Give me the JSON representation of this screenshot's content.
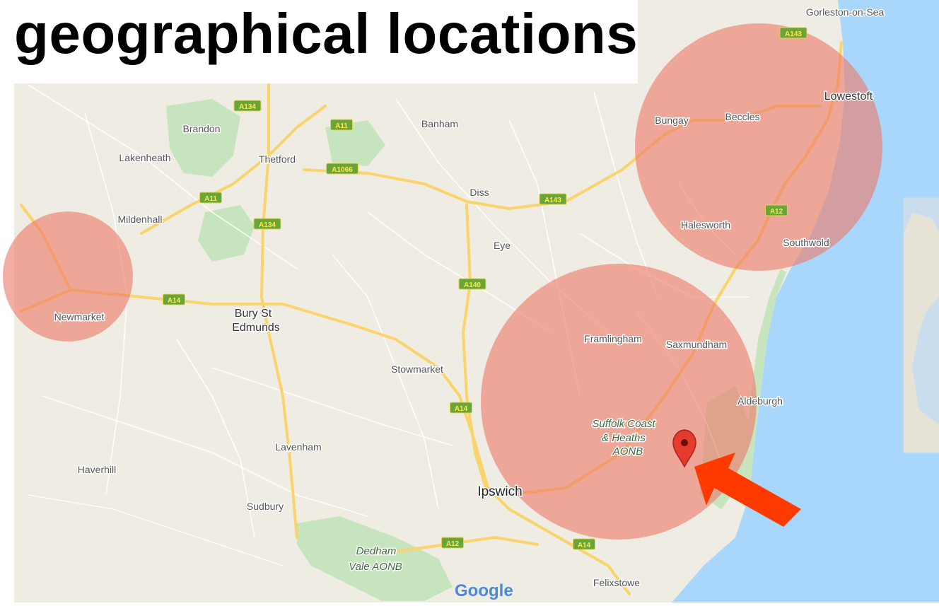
{
  "title": "geographical locations",
  "colors": {
    "land": "#efece4",
    "sea": "#a9d7fb",
    "park": "#c6e4bd",
    "road_major": "#fad36a",
    "road_minor": "#ffffff",
    "circle": "#ee7a6a",
    "arrow": "#ff3a00",
    "marker": "#e53b2f"
  },
  "places": [
    {
      "name": "Gorleston-on-Sea",
      "kind": "town"
    },
    {
      "name": "Lowestoft",
      "kind": "city"
    },
    {
      "name": "Bungay",
      "kind": "town"
    },
    {
      "name": "Beccles",
      "kind": "town"
    },
    {
      "name": "Halesworth",
      "kind": "town"
    },
    {
      "name": "Southwold",
      "kind": "town"
    },
    {
      "name": "Brandon",
      "kind": "town"
    },
    {
      "name": "Banham",
      "kind": "town"
    },
    {
      "name": "Lakenheath",
      "kind": "town"
    },
    {
      "name": "Thetford",
      "kind": "town"
    },
    {
      "name": "Diss",
      "kind": "town"
    },
    {
      "name": "Mildenhall",
      "kind": "town"
    },
    {
      "name": "Eye",
      "kind": "town"
    },
    {
      "name": "Newmarket",
      "kind": "town"
    },
    {
      "name": "Bury St",
      "kind": "city"
    },
    {
      "name": "Edmunds",
      "kind": "city"
    },
    {
      "name": "Framlingham",
      "kind": "town"
    },
    {
      "name": "Saxmundham",
      "kind": "town"
    },
    {
      "name": "Stowmarket",
      "kind": "town"
    },
    {
      "name": "Aldeburgh",
      "kind": "town"
    },
    {
      "name": "Suffolk Coast",
      "kind": "park"
    },
    {
      "name": "& Heaths",
      "kind": "park"
    },
    {
      "name": "AONB",
      "kind": "park"
    },
    {
      "name": "Lavenham",
      "kind": "town"
    },
    {
      "name": "Haverhill",
      "kind": "town"
    },
    {
      "name": "Ipswich",
      "kind": "major"
    },
    {
      "name": "Sudbury",
      "kind": "town"
    },
    {
      "name": "Dedham",
      "kind": "park"
    },
    {
      "name": "Vale AONB",
      "kind": "park"
    },
    {
      "name": "Felixstowe",
      "kind": "town"
    }
  ],
  "road_shields": [
    "A143",
    "A134",
    "A11",
    "A1066",
    "A11",
    "A134",
    "A143",
    "A12",
    "A140",
    "A14",
    "A14",
    "A12",
    "A14"
  ],
  "attribution": "Google",
  "marker_icon": "map-pin-icon",
  "arrow_icon": "red-arrow-icon"
}
